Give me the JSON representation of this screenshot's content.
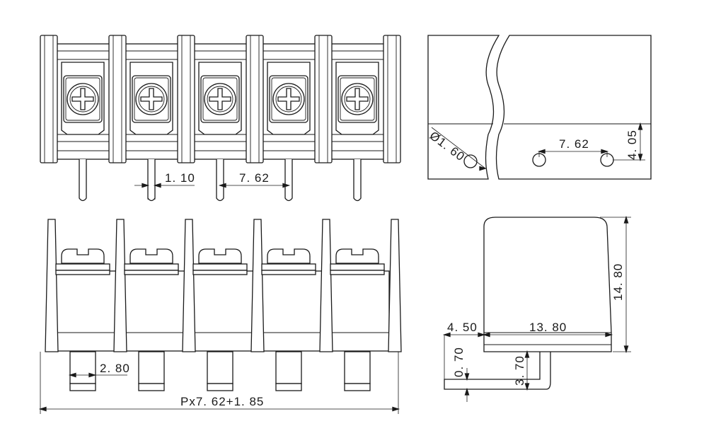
{
  "drawing": {
    "top_view": {
      "pin_width_label": "1. 10",
      "pitch_label": "7. 62"
    },
    "side_view_top": {
      "hole_diameter_label": "Ø1. 60",
      "pitch_label": "7. 62",
      "offset_label": "4. 05"
    },
    "front_view": {
      "pin_length_label": "2. 80",
      "total_length_label": "Px7. 62+1. 85"
    },
    "side_view": {
      "offset_label": "4. 50",
      "depth_label": "13. 80",
      "height_label": "14. 80",
      "thickness_label": "0. 70",
      "pin_label": "3. 70"
    },
    "positions": 5
  }
}
